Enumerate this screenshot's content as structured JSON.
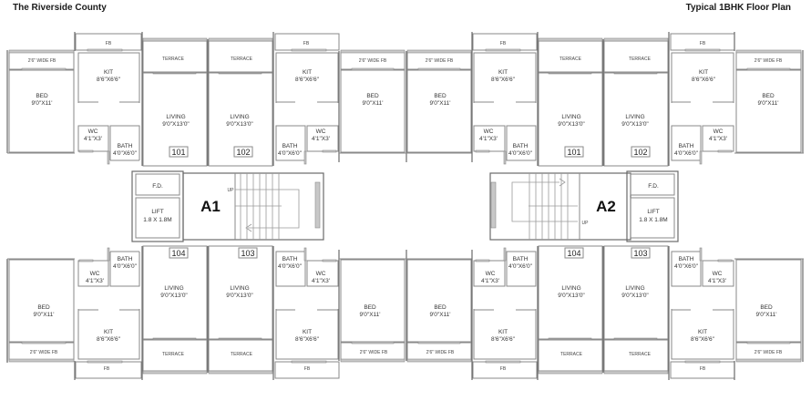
{
  "header": {
    "project_name": "The Riverside County",
    "plan_title": "Typical 1BHK Floor Plan"
  },
  "wings": [
    {
      "id": "A1",
      "label": "A1"
    },
    {
      "id": "A2",
      "label": "A2"
    }
  ],
  "core": {
    "fd_label": "F.D.",
    "lift_label": "LIFT",
    "lift_size": "1.8 X 1.8M",
    "stair_up_label": "UP"
  },
  "rooms": {
    "bed": {
      "label": "BED",
      "size": "9'0\"X11'"
    },
    "kit": {
      "label": "KIT",
      "size": "8'6\"X6'6\""
    },
    "living": {
      "label": "LIVING",
      "size": "9'0\"X13'0\""
    },
    "bath": {
      "label": "BATH",
      "size": "4'0\"X6'0\""
    },
    "wc": {
      "label": "WC",
      "size": "4'1\"X3'"
    },
    "terrace": {
      "label": "TERRACE"
    },
    "fb": {
      "label": "FB"
    },
    "wide_fb": {
      "label": "2'6\" WIDE FB"
    }
  },
  "flats": {
    "A1": [
      "101",
      "102",
      "104",
      "103"
    ],
    "A2": [
      "101",
      "102",
      "104",
      "103"
    ]
  }
}
